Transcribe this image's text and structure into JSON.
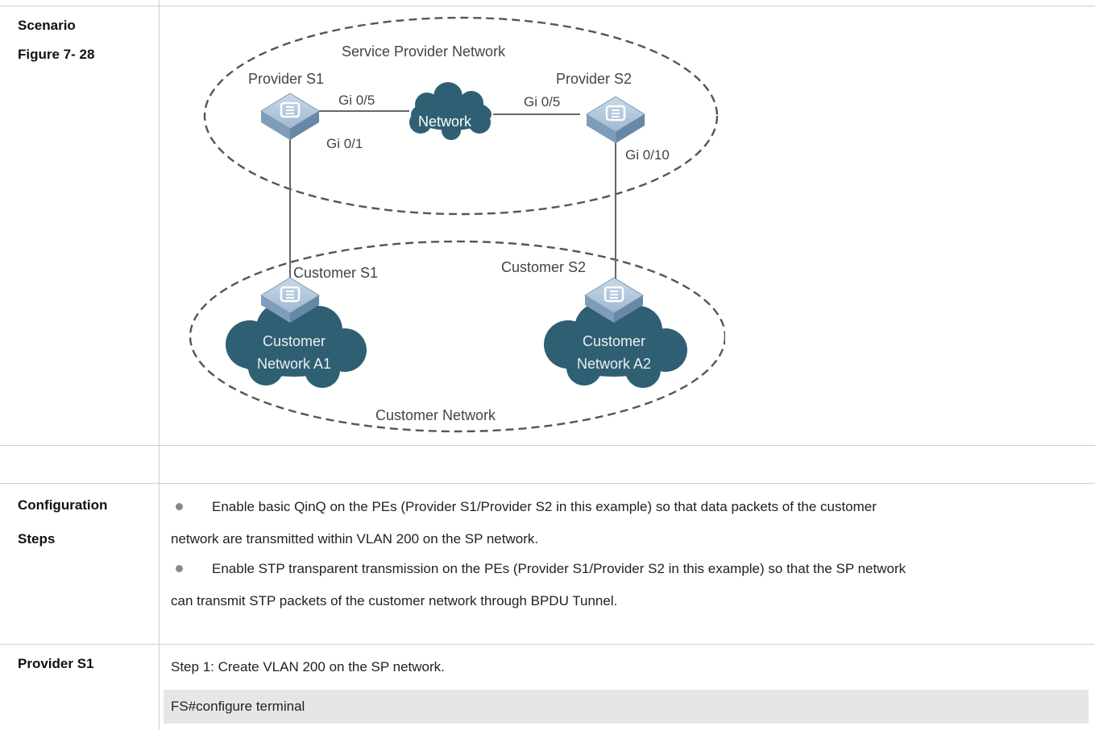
{
  "rows": {
    "scenario_label": "Scenario",
    "figure_label": "Figure 7- 28",
    "config_label_1": "Configuration",
    "config_label_2": "Steps",
    "provider_label": "Provider S1"
  },
  "diagram": {
    "sp_network": "Service Provider  Network",
    "provider_s1": "Provider S1",
    "provider_s2": "Provider S2",
    "s1_gi05": "Gi 0/5",
    "s1_gi01": "Gi 0/1",
    "s2_gi05": "Gi 0/5",
    "s2_gi010": "Gi 0/10",
    "network": "Network",
    "customer_s1": "Customer S1",
    "customer_s2": "Customer S2",
    "cust_a1_line1": "Customer",
    "cust_a1_line2": "Network A1",
    "cust_a2_line1": "Customer",
    "cust_a2_line2": "Network A2",
    "customer_network": "Customer Network"
  },
  "steps": {
    "bullet1_line1": "Enable basic QinQ on the PEs (Provider S1/Provider S2 in this example) so that data packets of the customer",
    "bullet1_line2": "network are transmitted within VLAN 200 on the SP network.",
    "bullet2_line1": "Enable STP transparent transmission on the PEs (Provider S1/Provider S2 in this example) so that the SP network",
    "bullet2_line2": "can transmit STP packets of the customer network through BPDU Tunnel."
  },
  "provider": {
    "step1": "Step 1: Create VLAN 200 on the SP network.",
    "code1": "FS#configure terminal"
  },
  "colors": {
    "switch_blue": "#a9c2d8",
    "cloud_dark": "#2f5f73",
    "grid_line": "#cfcfcf",
    "code_bg": "#e6e6e6"
  }
}
